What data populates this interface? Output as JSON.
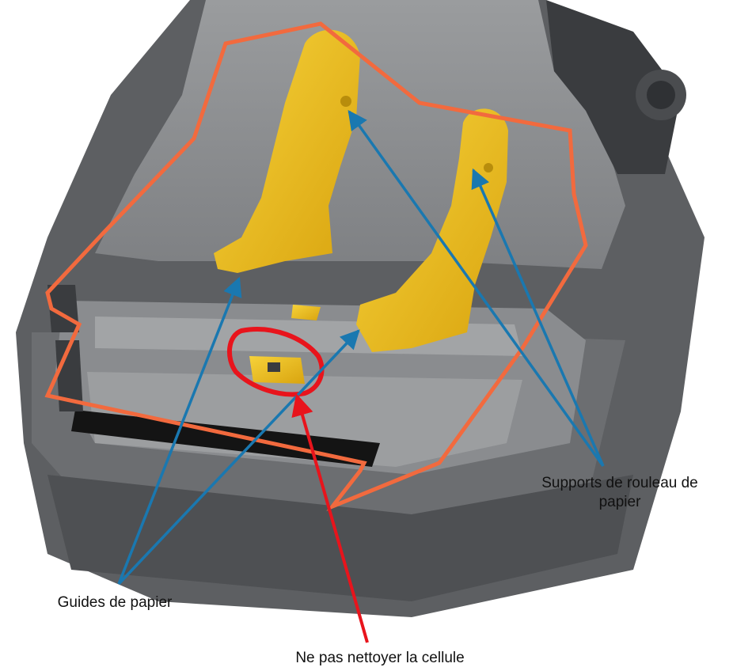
{
  "labels": {
    "roll_holders_line1": "Supports de rouleau de",
    "roll_holders_line2": "papier",
    "paper_guides": "Guides de papier",
    "sensor_warning": "Ne pas nettoyer la cellule"
  },
  "colors": {
    "outline": "#f26a3e",
    "pointer_arrows": "#1a78b0",
    "warning": "#e8141c",
    "parts_yellow": "#f2c21b",
    "printer_body": "#5d5f62"
  }
}
